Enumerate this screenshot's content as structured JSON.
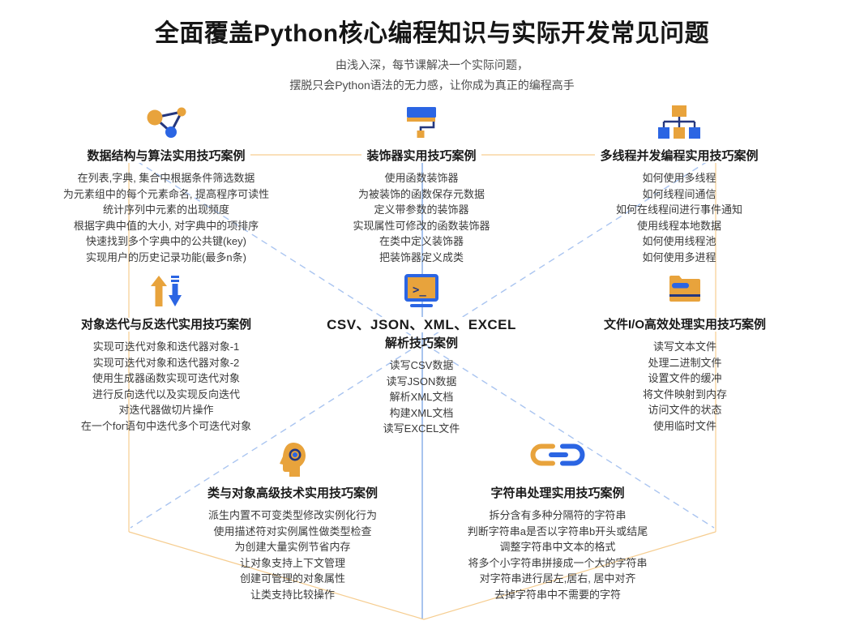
{
  "header": {
    "title": "全面覆盖Python核心编程知识与实际开发常见问题",
    "subtitle_line1": "由浅入深，每节课解决一个实际问题，",
    "subtitle_line2": "摆脱只会Python语法的无力感，让你成为真正的编程高手"
  },
  "colors": {
    "accent_orange": "#E8A33C",
    "accent_blue": "#2B65E3",
    "icon_stroke_navy": "#24377E",
    "connector_orange": "#F6CD90",
    "connector_blue_dashed": "#A9C4F0",
    "connector_blue_solid": "#93B5E9",
    "title_text": "#161616",
    "body_text": "#3A3A3A"
  },
  "sections": [
    {
      "icon": "graph-icon",
      "title": "数据结构与算法实用技巧案例",
      "items": [
        "在列表,字典, 集合中根据条件筛选数据",
        "为元素组中的每个元素命名, 提高程序可读性",
        "统计序列中元素的出现频度",
        "根据字典中值的大小, 对字典中的项排序",
        "快速找到多个字典中的公共键(key)",
        "实现用户的历史记录功能(最多n条)"
      ]
    },
    {
      "icon": "paint-roller-icon",
      "title": "装饰器实用技巧案例",
      "items": [
        "使用函数装饰器",
        "为被装饰的函数保存元数据",
        "定义带参数的装饰器",
        "实现属性可修改的函数装饰器",
        "在类中定义装饰器",
        "把装饰器定义成类"
      ]
    },
    {
      "icon": "org-tree-icon",
      "title": "多线程并发编程实用技巧案例",
      "items": [
        "如何使用多线程",
        "如何线程间通信",
        "如何在线程间进行事件通知",
        "使用线程本地数据",
        "如何使用线程池",
        "如何使用多进程"
      ]
    },
    {
      "icon": "up-down-arrows-icon",
      "title": "对象迭代与反迭代实用技巧案例",
      "items": [
        "实现可迭代对象和迭代器对象-1",
        "实现可迭代对象和迭代器对象-2",
        "使用生成器函数实现可迭代对象",
        "进行反向迭代以及实现反向迭代",
        "对迭代器做切片操作",
        "在一个for语句中迭代多个可迭代对象"
      ]
    },
    {
      "icon": "terminal-icon",
      "title": "CSV、JSON、XML、EXCEL",
      "title2": "解析技巧案例",
      "items": [
        "读写CSV数据",
        "读写JSON数据",
        "解析XML文档",
        "构建XML文档",
        "读写EXCEL文件"
      ]
    },
    {
      "icon": "folder-icon",
      "title": "文件I/O高效处理实用技巧案例",
      "items": [
        "读写文本文件",
        "处理二进制文件",
        "设置文件的缓冲",
        "将文件映射到内存",
        "访问文件的状态",
        "使用临时文件"
      ]
    },
    {
      "icon": "head-mind-icon",
      "title": "类与对象高级技术实用技巧案例",
      "items": [
        "派生内置不可变类型修改实例化行为",
        "使用描述符对实例属性做类型检查",
        "为创建大量实例节省内存",
        "让对象支持上下文管理",
        "创建可管理的对象属性",
        "让类支持比较操作"
      ]
    },
    {
      "icon": "chain-link-icon",
      "title": "字符串处理实用技巧案例",
      "items": [
        "拆分含有多种分隔符的字符串",
        "判断字符串a是否以字符串b开头或结尾",
        "调整字符串中文本的格式",
        "将多个小字符串拼接成一个大的字符串",
        "对字符串进行居左,居右, 居中对齐",
        "去掉字符串中不需要的字符"
      ]
    }
  ]
}
